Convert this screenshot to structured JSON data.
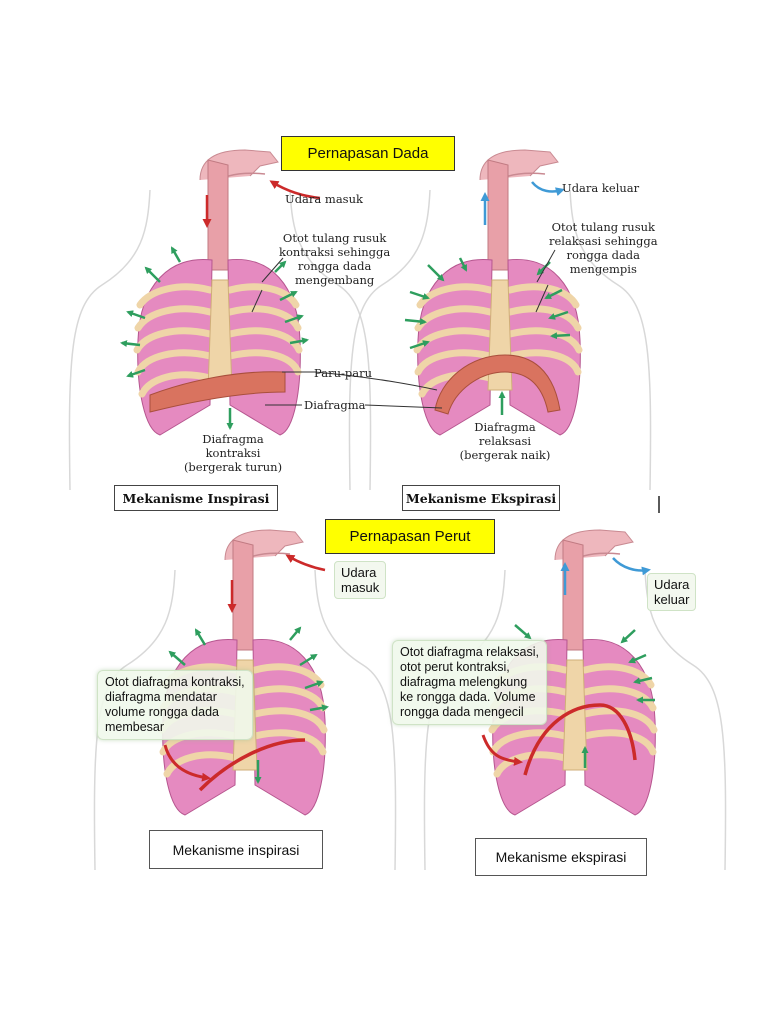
{
  "top": {
    "title": "Pernapasan Dada",
    "left": {
      "air_label": "Udara masuk",
      "rib_label": [
        "Otot tulang rusuk",
        "kontraksi sehingga",
        "rongga dada",
        "mengembang"
      ],
      "lungs_label": "Paru-paru",
      "diaphragm_label": "Diafragma",
      "diaphragm_state": [
        "Diafragma",
        "kontraksi",
        "(bergerak turun)"
      ],
      "mechanism": "Mekanisme Inspirasi"
    },
    "right": {
      "air_label": "Udara keluar",
      "rib_label": [
        "Otot tulang rusuk",
        "relaksasi sehingga",
        "rongga dada",
        "mengempis"
      ],
      "diaphragm_state": [
        "Diafragma",
        "relaksasi",
        "(bergerak naik)"
      ],
      "mechanism": "Mekanisme Ekspirasi"
    }
  },
  "bottom": {
    "title": "Pernapasan Perut",
    "left": {
      "air_label": [
        "Udara",
        "masuk"
      ],
      "callout": [
        "Otot diafragma kontraksi,",
        "diafragma mendatar",
        "volume rongga dada",
        "membesar"
      ],
      "mechanism": "Mekanisme inspirasi"
    },
    "right": {
      "air_label": [
        "Udara",
        "keluar"
      ],
      "callout": [
        "Otot diafragma relaksasi,",
        "otot perut kontraksi,",
        "diafragma melengkung",
        "ke rongga dada. Volume",
        "rongga dada mengecil"
      ],
      "mechanism": "Mekanisme ekspirasi"
    }
  },
  "colors": {
    "title_bg": "#ffff00",
    "lung": "#e58ac0",
    "trachea": "#e8a0a8",
    "rib": "#efd5a8",
    "diaphragm": "#d9735f",
    "green_arrow": "#2e9e5e",
    "red_arrow": "#cc2a2a",
    "blue_arrow": "#3f9ad6"
  }
}
